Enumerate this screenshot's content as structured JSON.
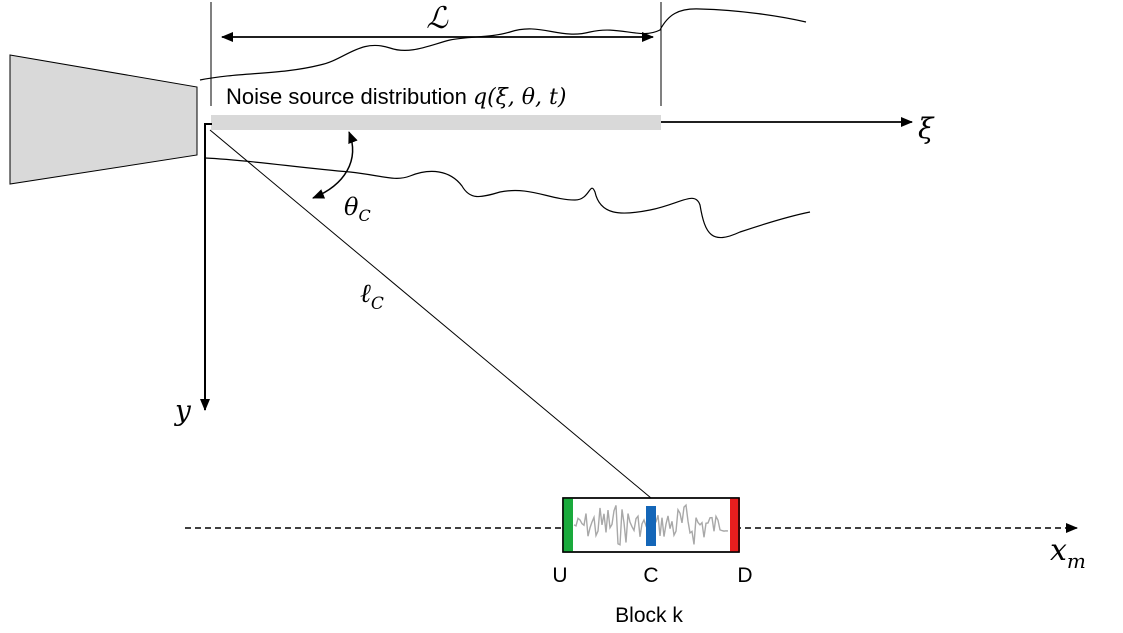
{
  "length_symbol": "ℒ",
  "source_label_text": "Noise source distribution ",
  "source_label_math": "q(ξ, θ, t)",
  "xi_axis_label": "ξ",
  "y_axis_label": "y",
  "theta_label": "θ",
  "theta_subscript": "C",
  "ell_label": "ℓ",
  "ell_subscript": "C",
  "xm_label": "x",
  "xm_subscript": "m",
  "block": {
    "marker_upstream": "U",
    "marker_center": "C",
    "marker_downstream": "D",
    "title": "Block k",
    "colors": {
      "upstream": "#1aaa3c",
      "center": "#1466b8",
      "downstream": "#e61e1e",
      "signal": "#a8a8a8"
    }
  },
  "colors": {
    "nozzle_fill": "#d9d9d9",
    "source_bar": "#d9d9d9",
    "line": "#000000"
  }
}
